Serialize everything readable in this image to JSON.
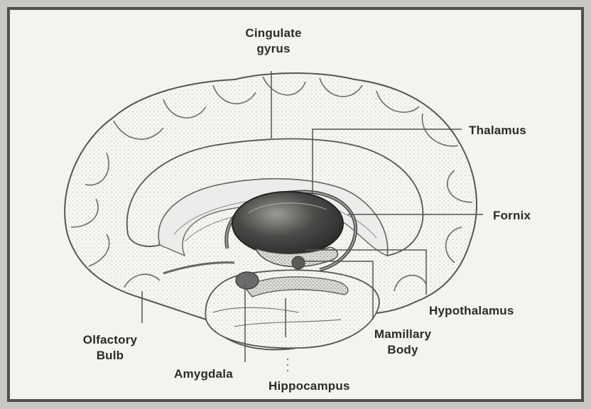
{
  "labels": {
    "cingulate_line1": "Cingulate",
    "cingulate_line2": "gyrus",
    "thalamus": "Thalamus",
    "fornix": "Fornix",
    "hypothalamus": "Hypothalamus",
    "mamillary_line1": "Mamillary",
    "mamillary_line2": "Body",
    "olfactory_line1": "Olfactory",
    "olfactory_line2": "Bulb",
    "amygdala": "Amygdala",
    "hippocampus": "Hippocampus"
  }
}
